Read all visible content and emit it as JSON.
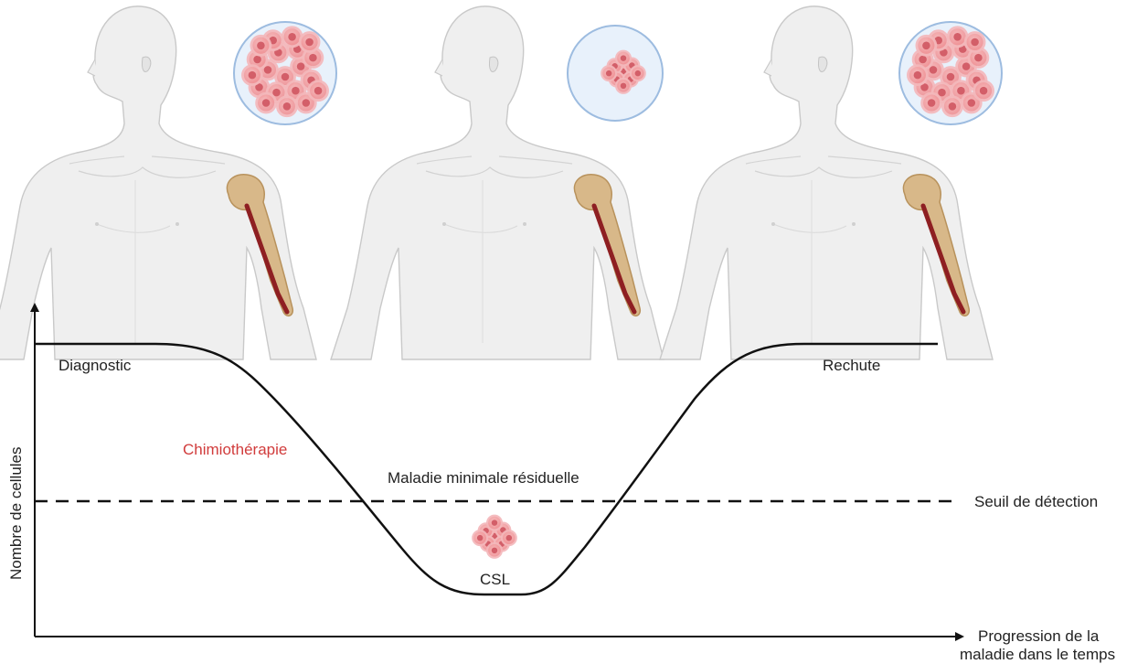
{
  "labels": {
    "diagnostic": "Diagnostic",
    "chemotherapy": "Chimiothérapie",
    "mrd": "Maladie minimale résiduelle",
    "relapse": "Rechute",
    "detection_threshold": "Seuil de détection",
    "lsc": "CSL",
    "y_axis": "Nombre de cellules",
    "x_axis_line1": "Progression de la",
    "x_axis_line2": "maladie dans le temps"
  },
  "figures": [
    {
      "stage": "diagnostic",
      "tumor_load": "high"
    },
    {
      "stage": "minimal-residual-disease",
      "tumor_load": "low"
    },
    {
      "stage": "relapse",
      "tumor_load": "high"
    }
  ],
  "colors": {
    "chemotherapy_text": "#d13c3c",
    "curve": "#111111",
    "body_fill": "#efefef",
    "bone": "#d8b889",
    "marrow": "#8e1f22",
    "cell_pink": "#f19a9c",
    "cell_nucleus": "#d2575f",
    "circle_fill": "#e8f1fb",
    "circle_stroke": "#9dbce0"
  }
}
